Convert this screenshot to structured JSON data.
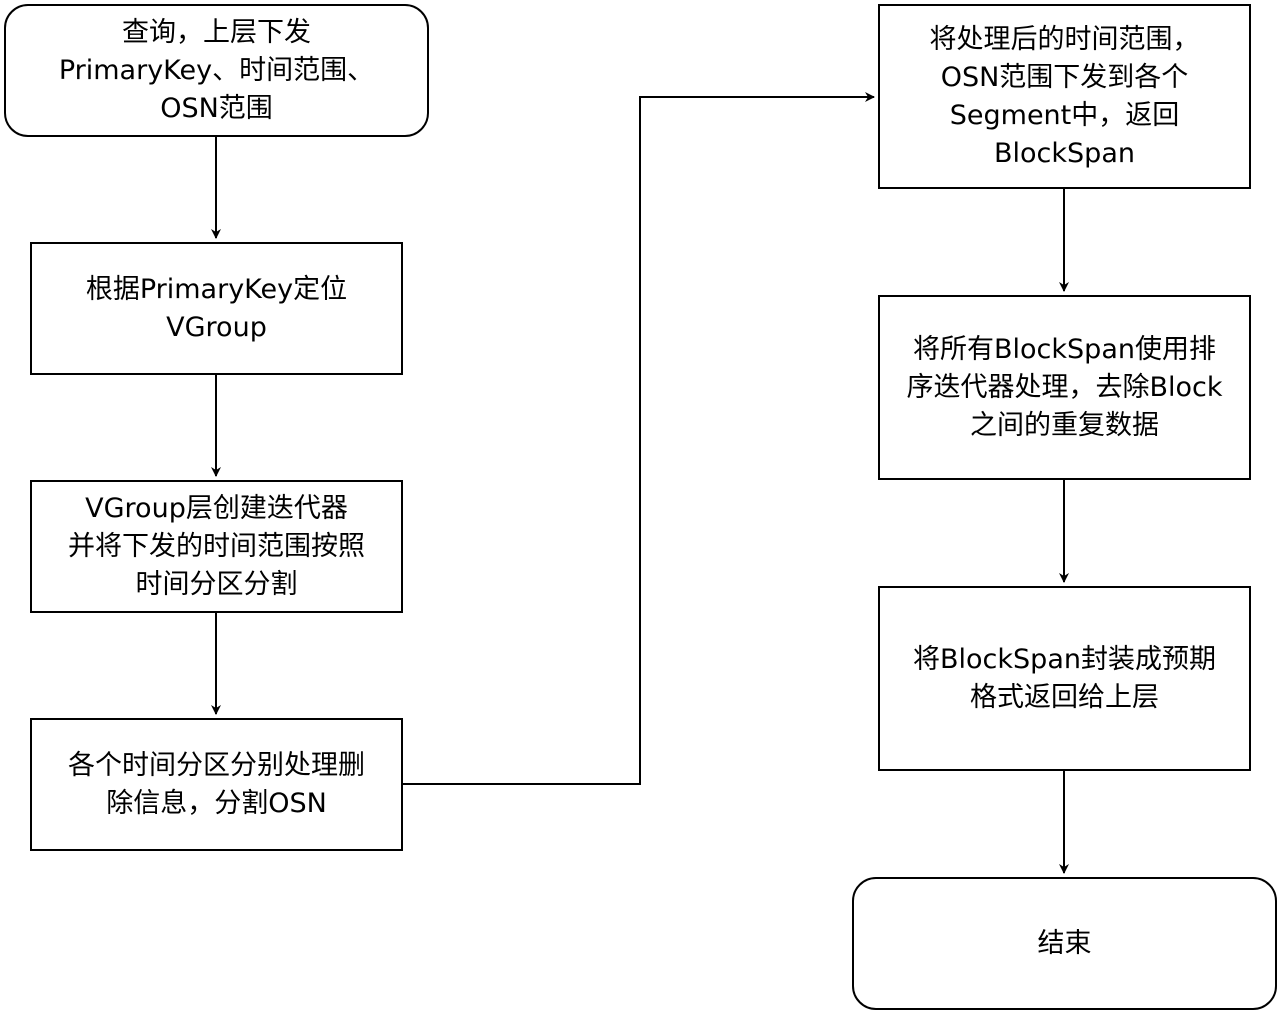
{
  "nodes": {
    "start": "查询，上层下发\nPrimaryKey、时间范围、\nOSN范围",
    "locate": "根据PrimaryKey定位\nVGroup",
    "iterator": "VGroup层创建迭代器\n并将下发的时间范围按照\n时间分区分割",
    "partition": "各个时间分区分别处理删\n除信息，分割OSN",
    "segment": "将处理后的时间范围，\nOSN范围下发到各个\nSegment中，返回\nBlockSpan",
    "merge": "将所有BlockSpan使用排\n序迭代器处理，去除Block\n之间的重复数据",
    "format": "将BlockSpan封装成预期\n格式返回给上层",
    "end": "结束"
  },
  "colors": {
    "stroke": "#000000",
    "fill": "#ffffff"
  }
}
